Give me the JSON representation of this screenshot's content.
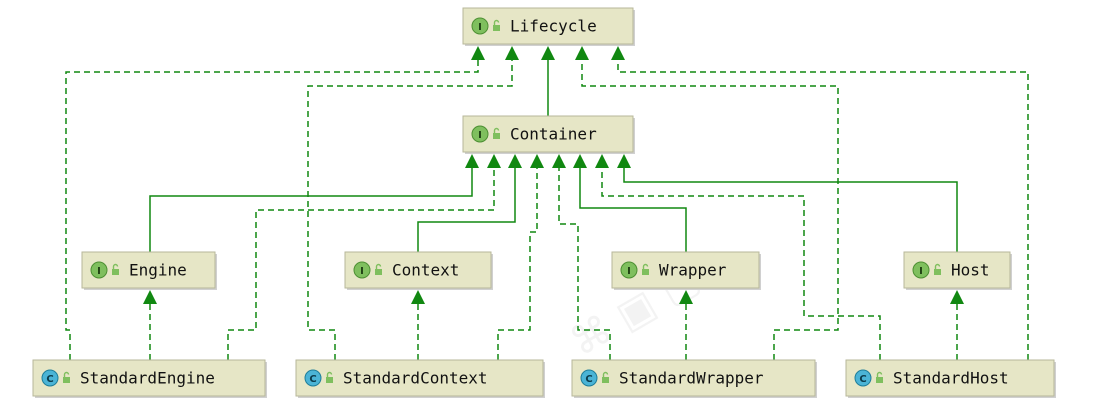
{
  "colors": {
    "node_fill": "#e6e6c6",
    "edge": "#118811",
    "interface_badge": "#7fbf5e",
    "class_badge": "#4bb4d6"
  },
  "nodes": [
    {
      "id": "lifecycle",
      "label": "Lifecycle",
      "kind": "interface",
      "icon": "interface-icon"
    },
    {
      "id": "container",
      "label": "Container",
      "kind": "interface",
      "icon": "interface-icon"
    },
    {
      "id": "engine",
      "label": "Engine",
      "kind": "interface",
      "icon": "interface-icon"
    },
    {
      "id": "context",
      "label": "Context",
      "kind": "interface",
      "icon": "interface-icon"
    },
    {
      "id": "wrapper",
      "label": "Wrapper",
      "kind": "interface",
      "icon": "interface-icon"
    },
    {
      "id": "host",
      "label": "Host",
      "kind": "interface",
      "icon": "interface-icon"
    },
    {
      "id": "standard_engine",
      "label": "StandardEngine",
      "kind": "class",
      "icon": "class-icon"
    },
    {
      "id": "standard_context",
      "label": "StandardContext",
      "kind": "class",
      "icon": "class-icon"
    },
    {
      "id": "standard_wrapper",
      "label": "StandardWrapper",
      "kind": "class",
      "icon": "class-icon"
    },
    {
      "id": "standard_host",
      "label": "StandardHost",
      "kind": "class",
      "icon": "class-icon"
    }
  ],
  "badges": {
    "interface": "I",
    "class": "C"
  },
  "edges": [
    {
      "from": "container",
      "to": "lifecycle",
      "style": "solid"
    },
    {
      "from": "engine",
      "to": "container",
      "style": "solid"
    },
    {
      "from": "context",
      "to": "container",
      "style": "solid"
    },
    {
      "from": "wrapper",
      "to": "container",
      "style": "solid"
    },
    {
      "from": "host",
      "to": "container",
      "style": "solid"
    },
    {
      "from": "standard_engine",
      "to": "engine",
      "style": "dashed"
    },
    {
      "from": "standard_context",
      "to": "context",
      "style": "dashed"
    },
    {
      "from": "standard_wrapper",
      "to": "wrapper",
      "style": "dashed"
    },
    {
      "from": "standard_host",
      "to": "host",
      "style": "dashed"
    },
    {
      "from": "standard_engine",
      "to": "container",
      "style": "dashed"
    },
    {
      "from": "standard_context",
      "to": "container",
      "style": "dashed"
    },
    {
      "from": "standard_wrapper",
      "to": "container",
      "style": "dashed"
    },
    {
      "from": "standard_host",
      "to": "container",
      "style": "dashed"
    },
    {
      "from": "standard_engine",
      "to": "lifecycle",
      "style": "dashed"
    },
    {
      "from": "standard_context",
      "to": "lifecycle",
      "style": "dashed"
    },
    {
      "from": "standard_wrapper",
      "to": "lifecycle",
      "style": "dashed"
    },
    {
      "from": "standard_host",
      "to": "lifecycle",
      "style": "dashed"
    }
  ]
}
